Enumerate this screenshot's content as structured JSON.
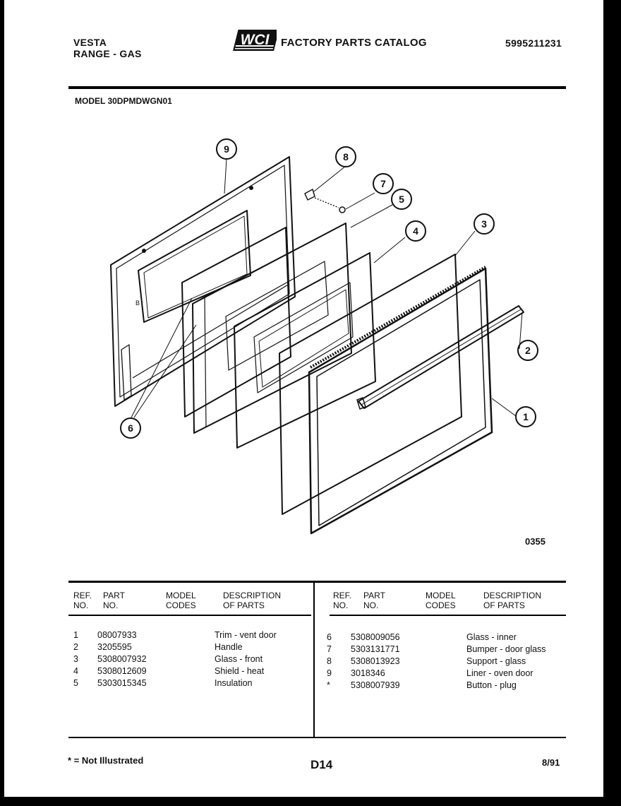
{
  "header": {
    "brand": "VESTA",
    "category": "RANGE - GAS",
    "logo_text": "WCI",
    "catalog_title": "FACTORY PARTS CATALOG",
    "catalog_number": "5995211231",
    "model_label": "MODEL 30DPMDWGN01"
  },
  "diagram": {
    "drawing_number": "0355",
    "callouts": [
      "9",
      "8",
      "7",
      "5",
      "4",
      "3",
      "2",
      "1",
      "6"
    ]
  },
  "parts_table": {
    "column_headers": {
      "ref": [
        "REF.",
        "NO."
      ],
      "part": [
        "PART",
        "NO."
      ],
      "model": [
        "MODEL",
        "CODES"
      ],
      "desc": [
        "DESCRIPTION",
        "OF PARTS"
      ]
    },
    "left_rows": [
      {
        "ref": "1",
        "part": "08007933",
        "codes": "",
        "desc": "Trim - vent door"
      },
      {
        "ref": "2",
        "part": "3205595",
        "codes": "",
        "desc": "Handle"
      },
      {
        "ref": "3",
        "part": "5308007932",
        "codes": "",
        "desc": "Glass - front"
      },
      {
        "ref": "4",
        "part": "5308012609",
        "codes": "",
        "desc": "Shield - heat"
      },
      {
        "ref": "5",
        "part": "5303015345",
        "codes": "",
        "desc": "Insulation"
      }
    ],
    "right_rows": [
      {
        "ref": "6",
        "part": "5308009056",
        "codes": "",
        "desc": "Glass - inner"
      },
      {
        "ref": "7",
        "part": "5303131771",
        "codes": "",
        "desc": "Bumper - door glass"
      },
      {
        "ref": "8",
        "part": "5308013923",
        "codes": "",
        "desc": "Support - glass"
      },
      {
        "ref": "9",
        "part": "3018346",
        "codes": "",
        "desc": "Liner - oven door"
      },
      {
        "ref": "*",
        "part": "5308007939",
        "codes": "",
        "desc": "Button - plug"
      }
    ]
  },
  "footer": {
    "note": "* = Not Illustrated",
    "page_code": "D14",
    "date": "8/91"
  }
}
